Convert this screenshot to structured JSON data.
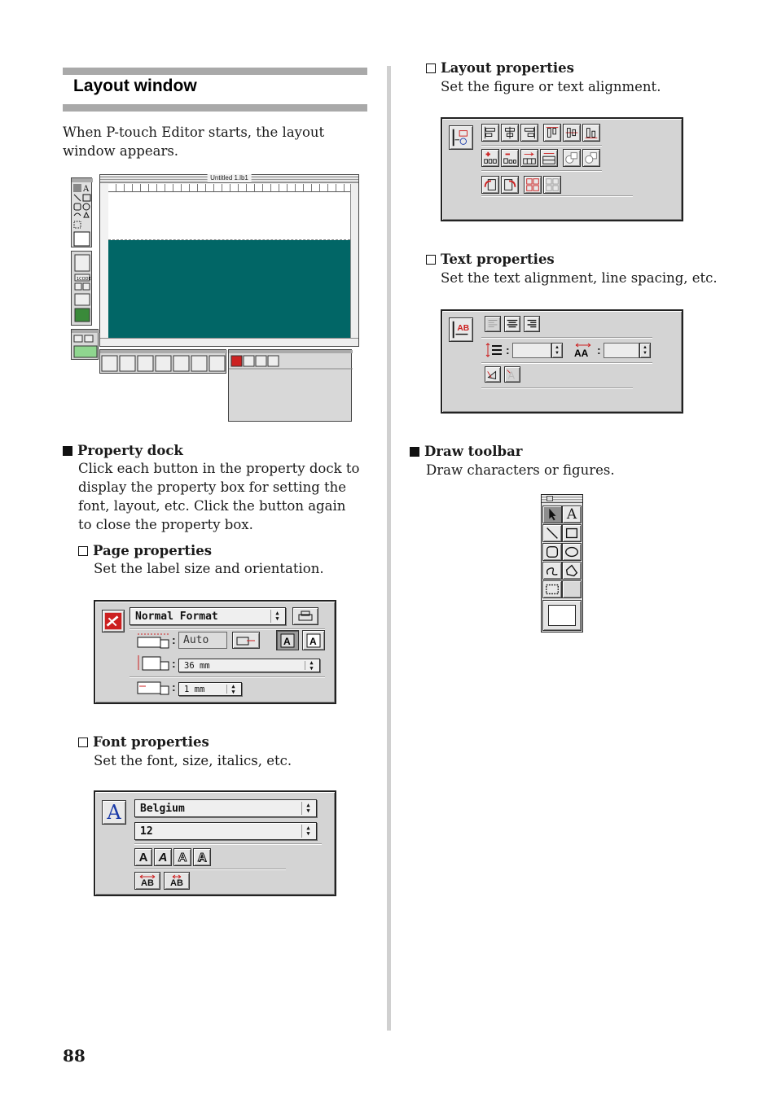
{
  "page": {
    "title": "Layout window",
    "intro": "When P-touch Editor starts, the layout window appears.",
    "page_number": "88"
  },
  "screenshot": {
    "window_title": "Untitled 1.lb1",
    "canvas_color": "#016666"
  },
  "property_dock": {
    "heading": "Property dock",
    "text": "Click each button in the property dock to display the property box for setting the font, layout, etc. Click the button again to close the property box."
  },
  "page_properties": {
    "heading": "Page properties",
    "text": "Set the label size and orientation.",
    "format": "Normal Format",
    "length": "Auto",
    "width": "36 mm",
    "margin": "1 mm"
  },
  "font_properties": {
    "heading": "Font properties",
    "text": "Set the font, size, italics, etc.",
    "font": "Belgium",
    "size": "12",
    "icon_letter": "A",
    "style_letter": "A",
    "spacing_label": "AB"
  },
  "layout_properties": {
    "heading": "Layout properties",
    "text": "Set the figure or text alignment."
  },
  "text_properties": {
    "heading": "Text properties",
    "text": "Set the text alignment, line spacing, etc.",
    "icon_label": "AB",
    "char_spacing_label": "AA"
  },
  "draw_toolbar": {
    "heading": "Draw toolbar",
    "text": "Draw characters or figures.",
    "text_tool_letter": "A"
  },
  "colors": {
    "header_bar": "#a9a9a9",
    "panel_bg": "#d4d4d4",
    "accent_red": "#cc1f1f",
    "accent_blue": "#1a3aa8"
  }
}
